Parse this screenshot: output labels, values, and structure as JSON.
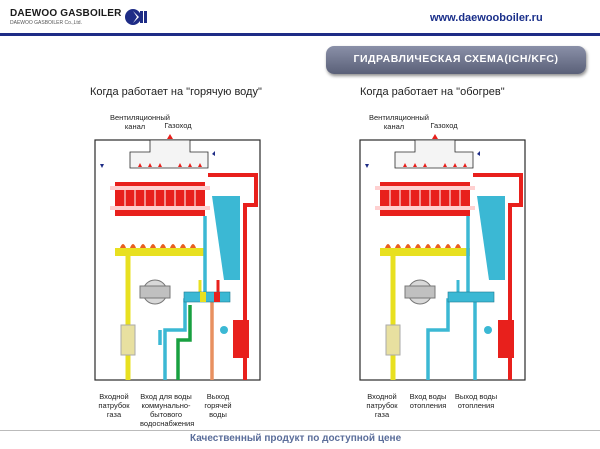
{
  "header": {
    "url": "www.daewooboiler.ru",
    "brand": "DAEWOO GASBOILER",
    "brand_sub": "DAEWOO GASBOILER Co.,Ltd."
  },
  "banner": {
    "title": "ГИДРАВЛИЧЕСКАЯ СХЕМА(ICH/KFC)"
  },
  "left_panel": {
    "title": "Когда работает на \"горячую воду\"",
    "vent_label": "Вентиляционный канал",
    "flue_label": "Газоход",
    "bottom_labels": [
      "Входной патрубок газа",
      "Вход для воды коммунально-бытового водоснабжения",
      "Выход горячей воды"
    ]
  },
  "right_panel": {
    "title": "Когда работает на \"обогрев\"",
    "vent_label": "Вентиляционный канал",
    "flue_label": "Газоход",
    "bottom_labels": [
      "Входной патрубок газа",
      "Вход воды отопления",
      "Выход воды отопления"
    ]
  },
  "footer": {
    "text": "Качественный продукт по доступной цене"
  },
  "colors": {
    "red": "#e8201c",
    "cyan": "#3bb8d4",
    "yellow": "#e8e020",
    "green": "#18a040",
    "orange": "#e89060",
    "frame": "#2a2a2a",
    "blue_bar": "#1e2c86"
  }
}
